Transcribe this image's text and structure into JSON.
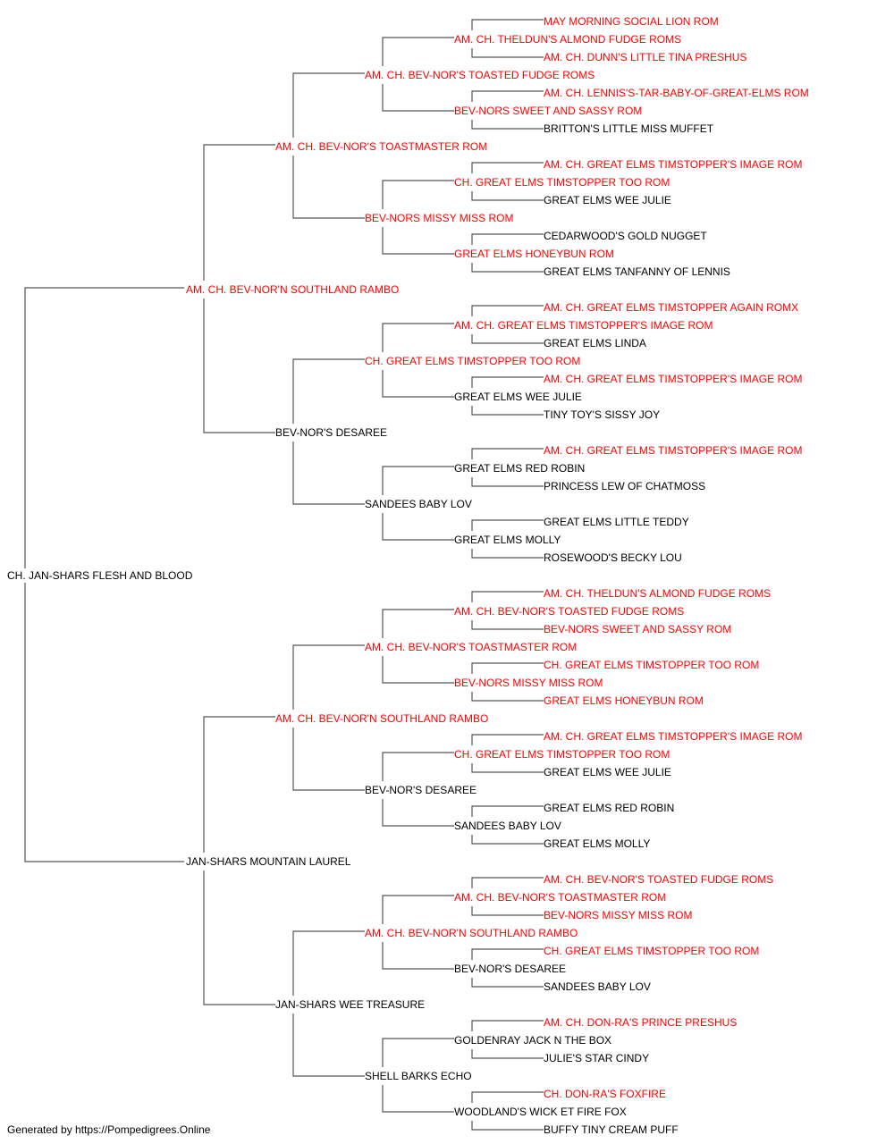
{
  "colors": {
    "champion": "#ff0000",
    "regular": "#000000",
    "connector": "#555555"
  },
  "footer": "Generated by https://Pompedigrees.Online",
  "pedigree": {
    "name": "CH. JAN-SHARS FLESH AND BLOOD",
    "champion": false,
    "sire": {
      "name": "AM. CH. BEV-NOR'N SOUTHLAND RAMBO",
      "champion": true,
      "sire": {
        "name": "AM. CH. BEV-NOR'S TOASTMASTER ROM",
        "champion": true,
        "sire": {
          "name": "AM. CH. BEV-NOR'S TOASTED FUDGE ROMS",
          "champion": true,
          "sire": {
            "name": "AM. CH. THELDUN'S ALMOND FUDGE ROMS",
            "champion": true,
            "sire": {
              "name": "MAY MORNING SOCIAL LION ROM",
              "champion": true
            },
            "dam": {
              "name": "AM. CH. DUNN'S LITTLE TINA PRESHUS",
              "champion": true
            }
          },
          "dam": {
            "name": "BEV-NORS SWEET AND SASSY ROM",
            "champion": true,
            "sire": {
              "name": "AM. CH. LENNIS'S-TAR-BABY-OF-GREAT-ELMS ROM",
              "champion": true
            },
            "dam": {
              "name": "BRITTON'S LITTLE MISS MUFFET",
              "champion": false
            }
          }
        },
        "dam": {
          "name": "BEV-NORS MISSY MISS ROM",
          "champion": true,
          "sire": {
            "name": "CH. GREAT ELMS TIMSTOPPER TOO ROM",
            "champion": true,
            "sire": {
              "name": "AM. CH. GREAT ELMS TIMSTOPPER'S IMAGE ROM",
              "champion": true
            },
            "dam": {
              "name": "GREAT ELMS WEE JULIE",
              "champion": false
            }
          },
          "dam": {
            "name": "GREAT ELMS HONEYBUN ROM",
            "champion": true,
            "sire": {
              "name": "CEDARWOOD'S GOLD NUGGET",
              "champion": false
            },
            "dam": {
              "name": "GREAT ELMS TANFANNY OF LENNIS",
              "champion": false
            }
          }
        }
      },
      "dam": {
        "name": "BEV-NOR'S DESAREE",
        "champion": false,
        "sire": {
          "name": "CH. GREAT ELMS TIMSTOPPER TOO ROM",
          "champion": true,
          "sire": {
            "name": "AM. CH. GREAT ELMS TIMSTOPPER'S IMAGE ROM",
            "champion": true,
            "sire": {
              "name": "AM. CH. GREAT ELMS TIMSTOPPER AGAIN ROMX",
              "champion": true
            },
            "dam": {
              "name": "GREAT ELMS LINDA",
              "champion": false
            }
          },
          "dam": {
            "name": "GREAT ELMS WEE JULIE",
            "champion": false,
            "sire": {
              "name": "AM. CH. GREAT ELMS TIMSTOPPER'S IMAGE ROM",
              "champion": true
            },
            "dam": {
              "name": "TINY TOY'S SISSY JOY",
              "champion": false
            }
          }
        },
        "dam": {
          "name": "SANDEES BABY LOV",
          "champion": false,
          "sire": {
            "name": "GREAT ELMS RED ROBIN",
            "champion": false,
            "sire": {
              "name": "AM. CH. GREAT ELMS TIMSTOPPER'S IMAGE ROM",
              "champion": true
            },
            "dam": {
              "name": "PRINCESS LEW OF CHATMOSS",
              "champion": false
            }
          },
          "dam": {
            "name": "GREAT ELMS MOLLY",
            "champion": false,
            "sire": {
              "name": "GREAT ELMS LITTLE TEDDY",
              "champion": false
            },
            "dam": {
              "name": "ROSEWOOD'S BECKY LOU",
              "champion": false
            }
          }
        }
      }
    },
    "dam": {
      "name": "JAN-SHARS MOUNTAIN LAUREL",
      "champion": false,
      "sire": {
        "name": "AM. CH. BEV-NOR'N SOUTHLAND RAMBO",
        "champion": true,
        "sire": {
          "name": "AM. CH. BEV-NOR'S TOASTMASTER ROM",
          "champion": true,
          "sire": {
            "name": "AM. CH. BEV-NOR'S TOASTED FUDGE ROMS",
            "champion": true,
            "sire": {
              "name": "AM. CH. THELDUN'S ALMOND FUDGE ROMS",
              "champion": true
            },
            "dam": {
              "name": "BEV-NORS SWEET AND SASSY ROM",
              "champion": true
            }
          },
          "dam": {
            "name": "BEV-NORS MISSY MISS ROM",
            "champion": true,
            "sire": {
              "name": "CH. GREAT ELMS TIMSTOPPER TOO ROM",
              "champion": true
            },
            "dam": {
              "name": "GREAT ELMS HONEYBUN ROM",
              "champion": true
            }
          }
        },
        "dam": {
          "name": "BEV-NOR'S DESAREE",
          "champion": false,
          "sire": {
            "name": "CH. GREAT ELMS TIMSTOPPER TOO ROM",
            "champion": true,
            "sire": {
              "name": "AM. CH. GREAT ELMS TIMSTOPPER'S IMAGE ROM",
              "champion": true
            },
            "dam": {
              "name": "GREAT ELMS WEE JULIE",
              "champion": false
            }
          },
          "dam": {
            "name": "SANDEES BABY LOV",
            "champion": false,
            "sire": {
              "name": "GREAT ELMS RED ROBIN",
              "champion": false
            },
            "dam": {
              "name": "GREAT ELMS MOLLY",
              "champion": false
            }
          }
        }
      },
      "dam": {
        "name": "JAN-SHARS WEE TREASURE",
        "champion": false,
        "sire": {
          "name": "AM. CH. BEV-NOR'N SOUTHLAND RAMBO",
          "champion": true,
          "sire": {
            "name": "AM. CH. BEV-NOR'S TOASTMASTER ROM",
            "champion": true,
            "sire": {
              "name": "AM. CH. BEV-NOR'S TOASTED FUDGE ROMS",
              "champion": true
            },
            "dam": {
              "name": "BEV-NORS MISSY MISS ROM",
              "champion": true
            }
          },
          "dam": {
            "name": "BEV-NOR'S DESAREE",
            "champion": false,
            "sire": {
              "name": "CH. GREAT ELMS TIMSTOPPER TOO ROM",
              "champion": true
            },
            "dam": {
              "name": "SANDEES BABY LOV",
              "champion": false
            }
          }
        },
        "dam": {
          "name": "SHELL BARKS ECHO",
          "champion": false,
          "sire": {
            "name": "GOLDENRAY JACK N THE BOX",
            "champion": false,
            "sire": {
              "name": "AM. CH. DON-RA'S PRINCE PRESHUS",
              "champion": true
            },
            "dam": {
              "name": "JULIE'S STAR CINDY",
              "champion": false
            }
          },
          "dam": {
            "name": "WOODLAND'S WICK ET FIRE FOX",
            "champion": false,
            "sire": {
              "name": "CH. DON-RA'S FOXFIRE",
              "champion": true
            },
            "dam": {
              "name": "BUFFY TINY CREAM PUFF",
              "champion": false
            }
          }
        }
      }
    }
  }
}
